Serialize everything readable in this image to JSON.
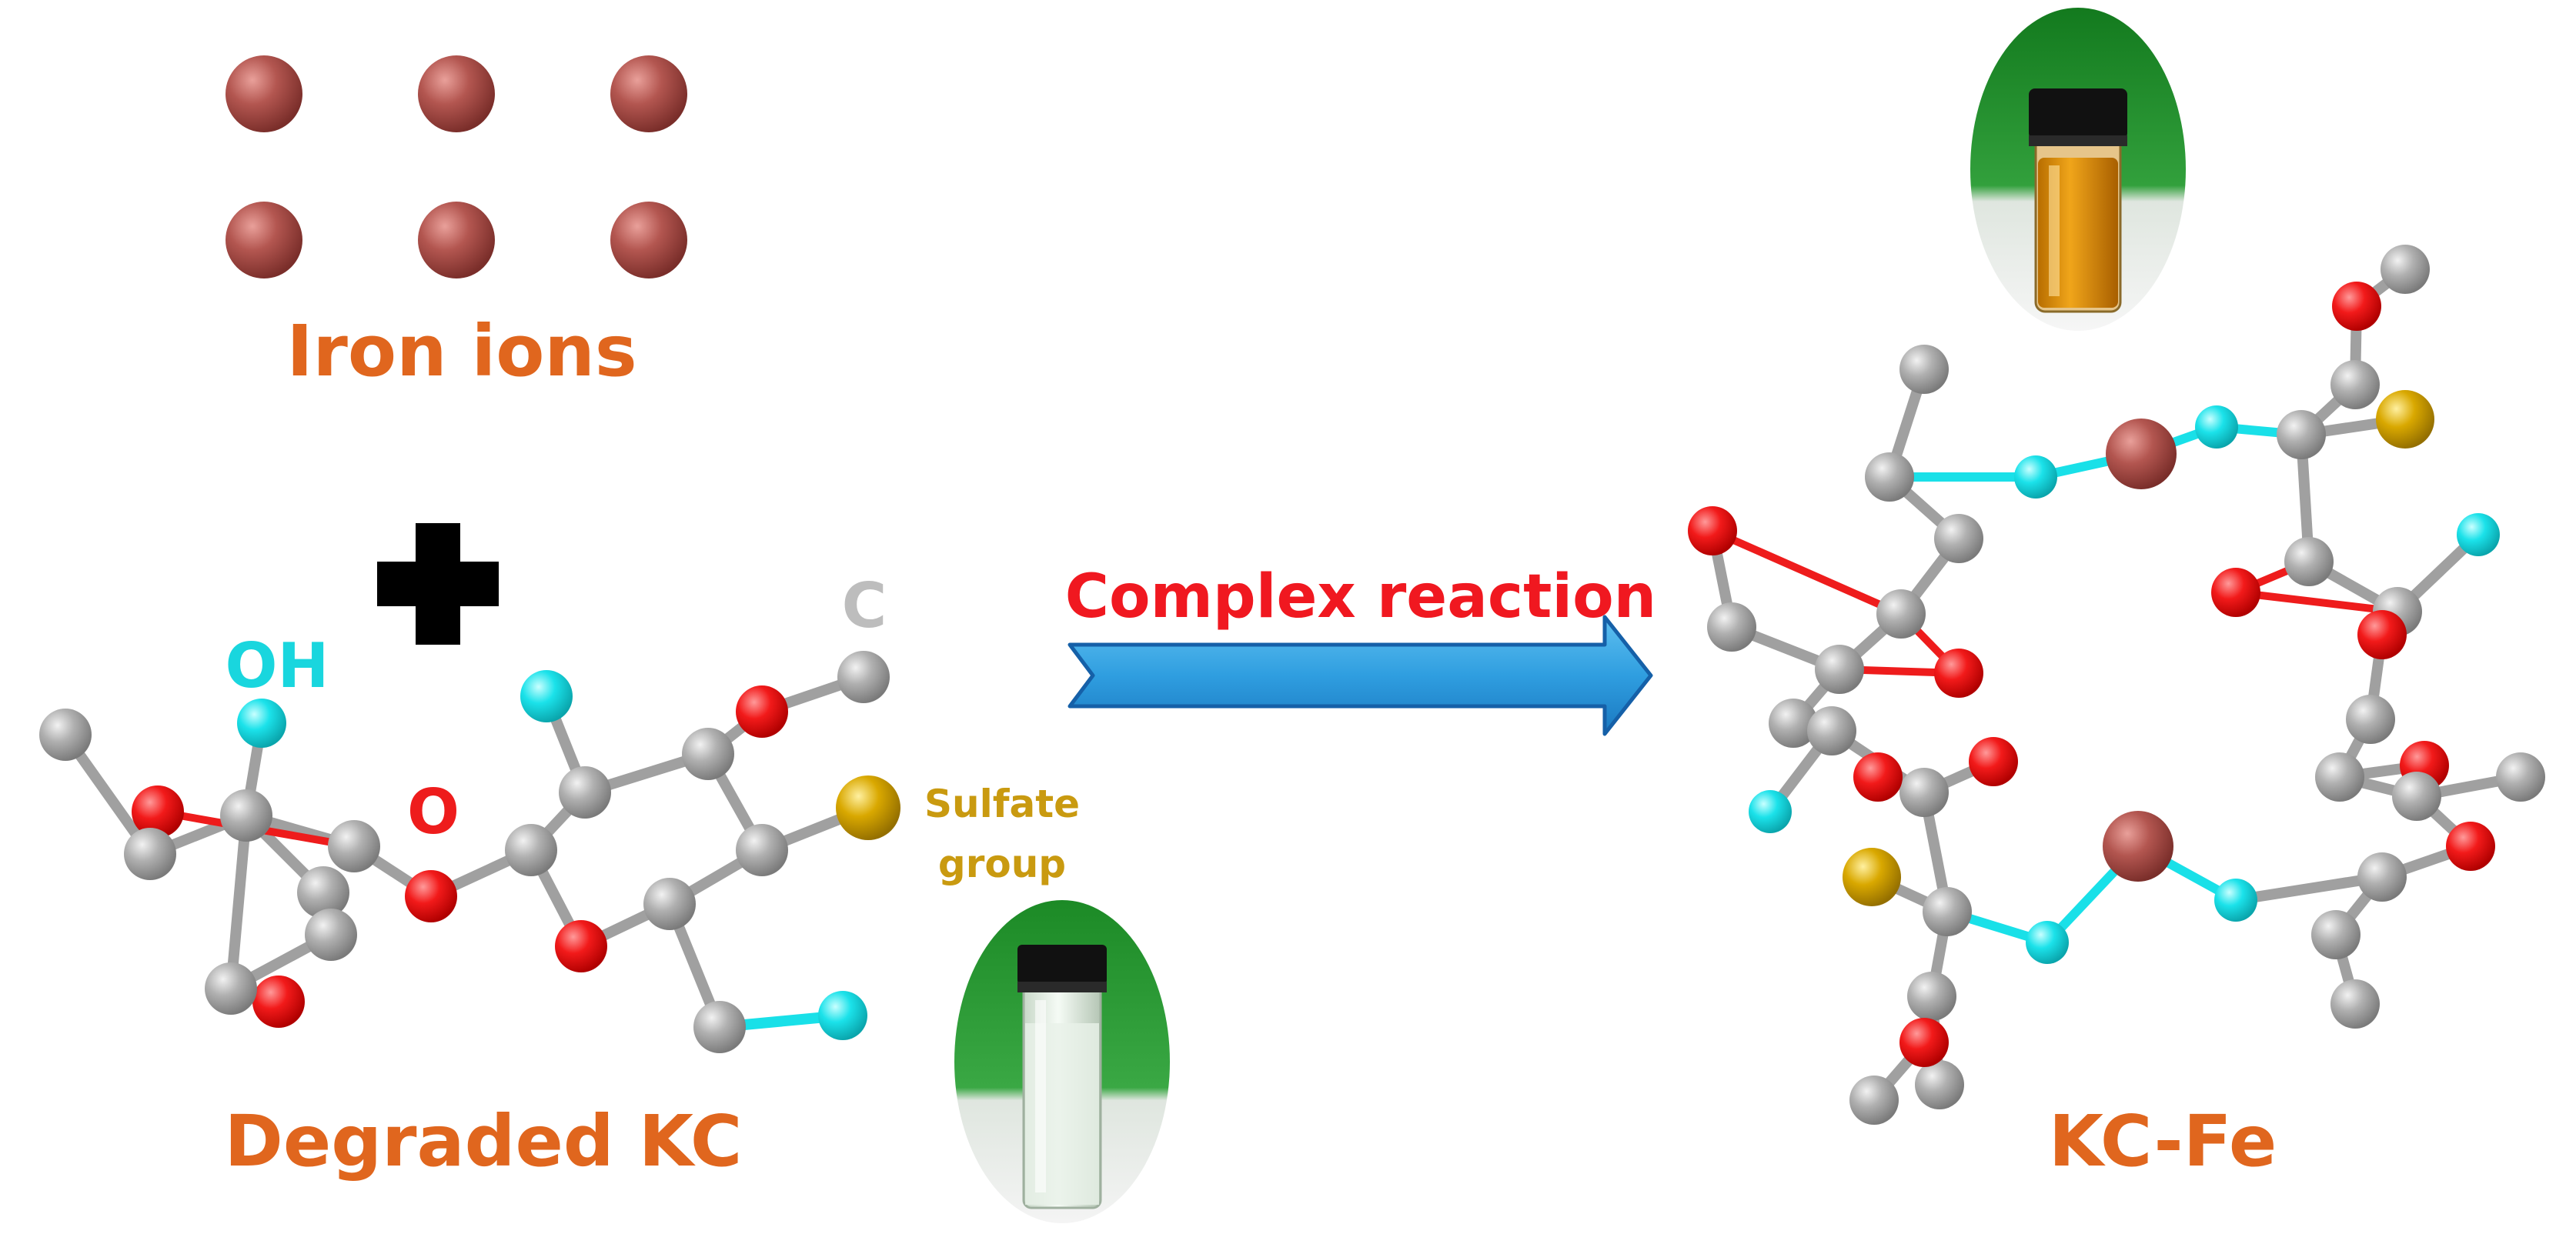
{
  "labels": {
    "iron_ions": "Iron ions",
    "degraded_kc": "Degraded KC",
    "kc_fe": "KC-Fe",
    "complex_reaction": "Complex reaction",
    "oh": "OH",
    "o": "O",
    "c": "C",
    "sulfate_line1": "Sulfate",
    "sulfate_line2": "group"
  },
  "colors": {
    "iron": "#a84a45",
    "oxygen": "#ee1c1c",
    "carbon": "#a9a9a9",
    "hydroxyl": "#19e0e8",
    "sulfur": "#d6a400",
    "title_orange": "#e0661e",
    "reaction_red": "#f01820",
    "sulfate_gold": "#c99a10",
    "c_label_gray": "#bdbdbd",
    "arrow_blue": "#2f9ee0",
    "bond_gray": "#a0a0a0",
    "bond_red": "#ee1c1c",
    "vial_green": "#1f8a2a",
    "vial_green_light": "#45b04a",
    "liquid_amber": "#d98c0a"
  },
  "icons": {
    "plus": "plus-icon",
    "arrow": "right-arrow-icon",
    "vial_clear": "clear-vial-icon",
    "vial_amber": "amber-vial-icon"
  }
}
